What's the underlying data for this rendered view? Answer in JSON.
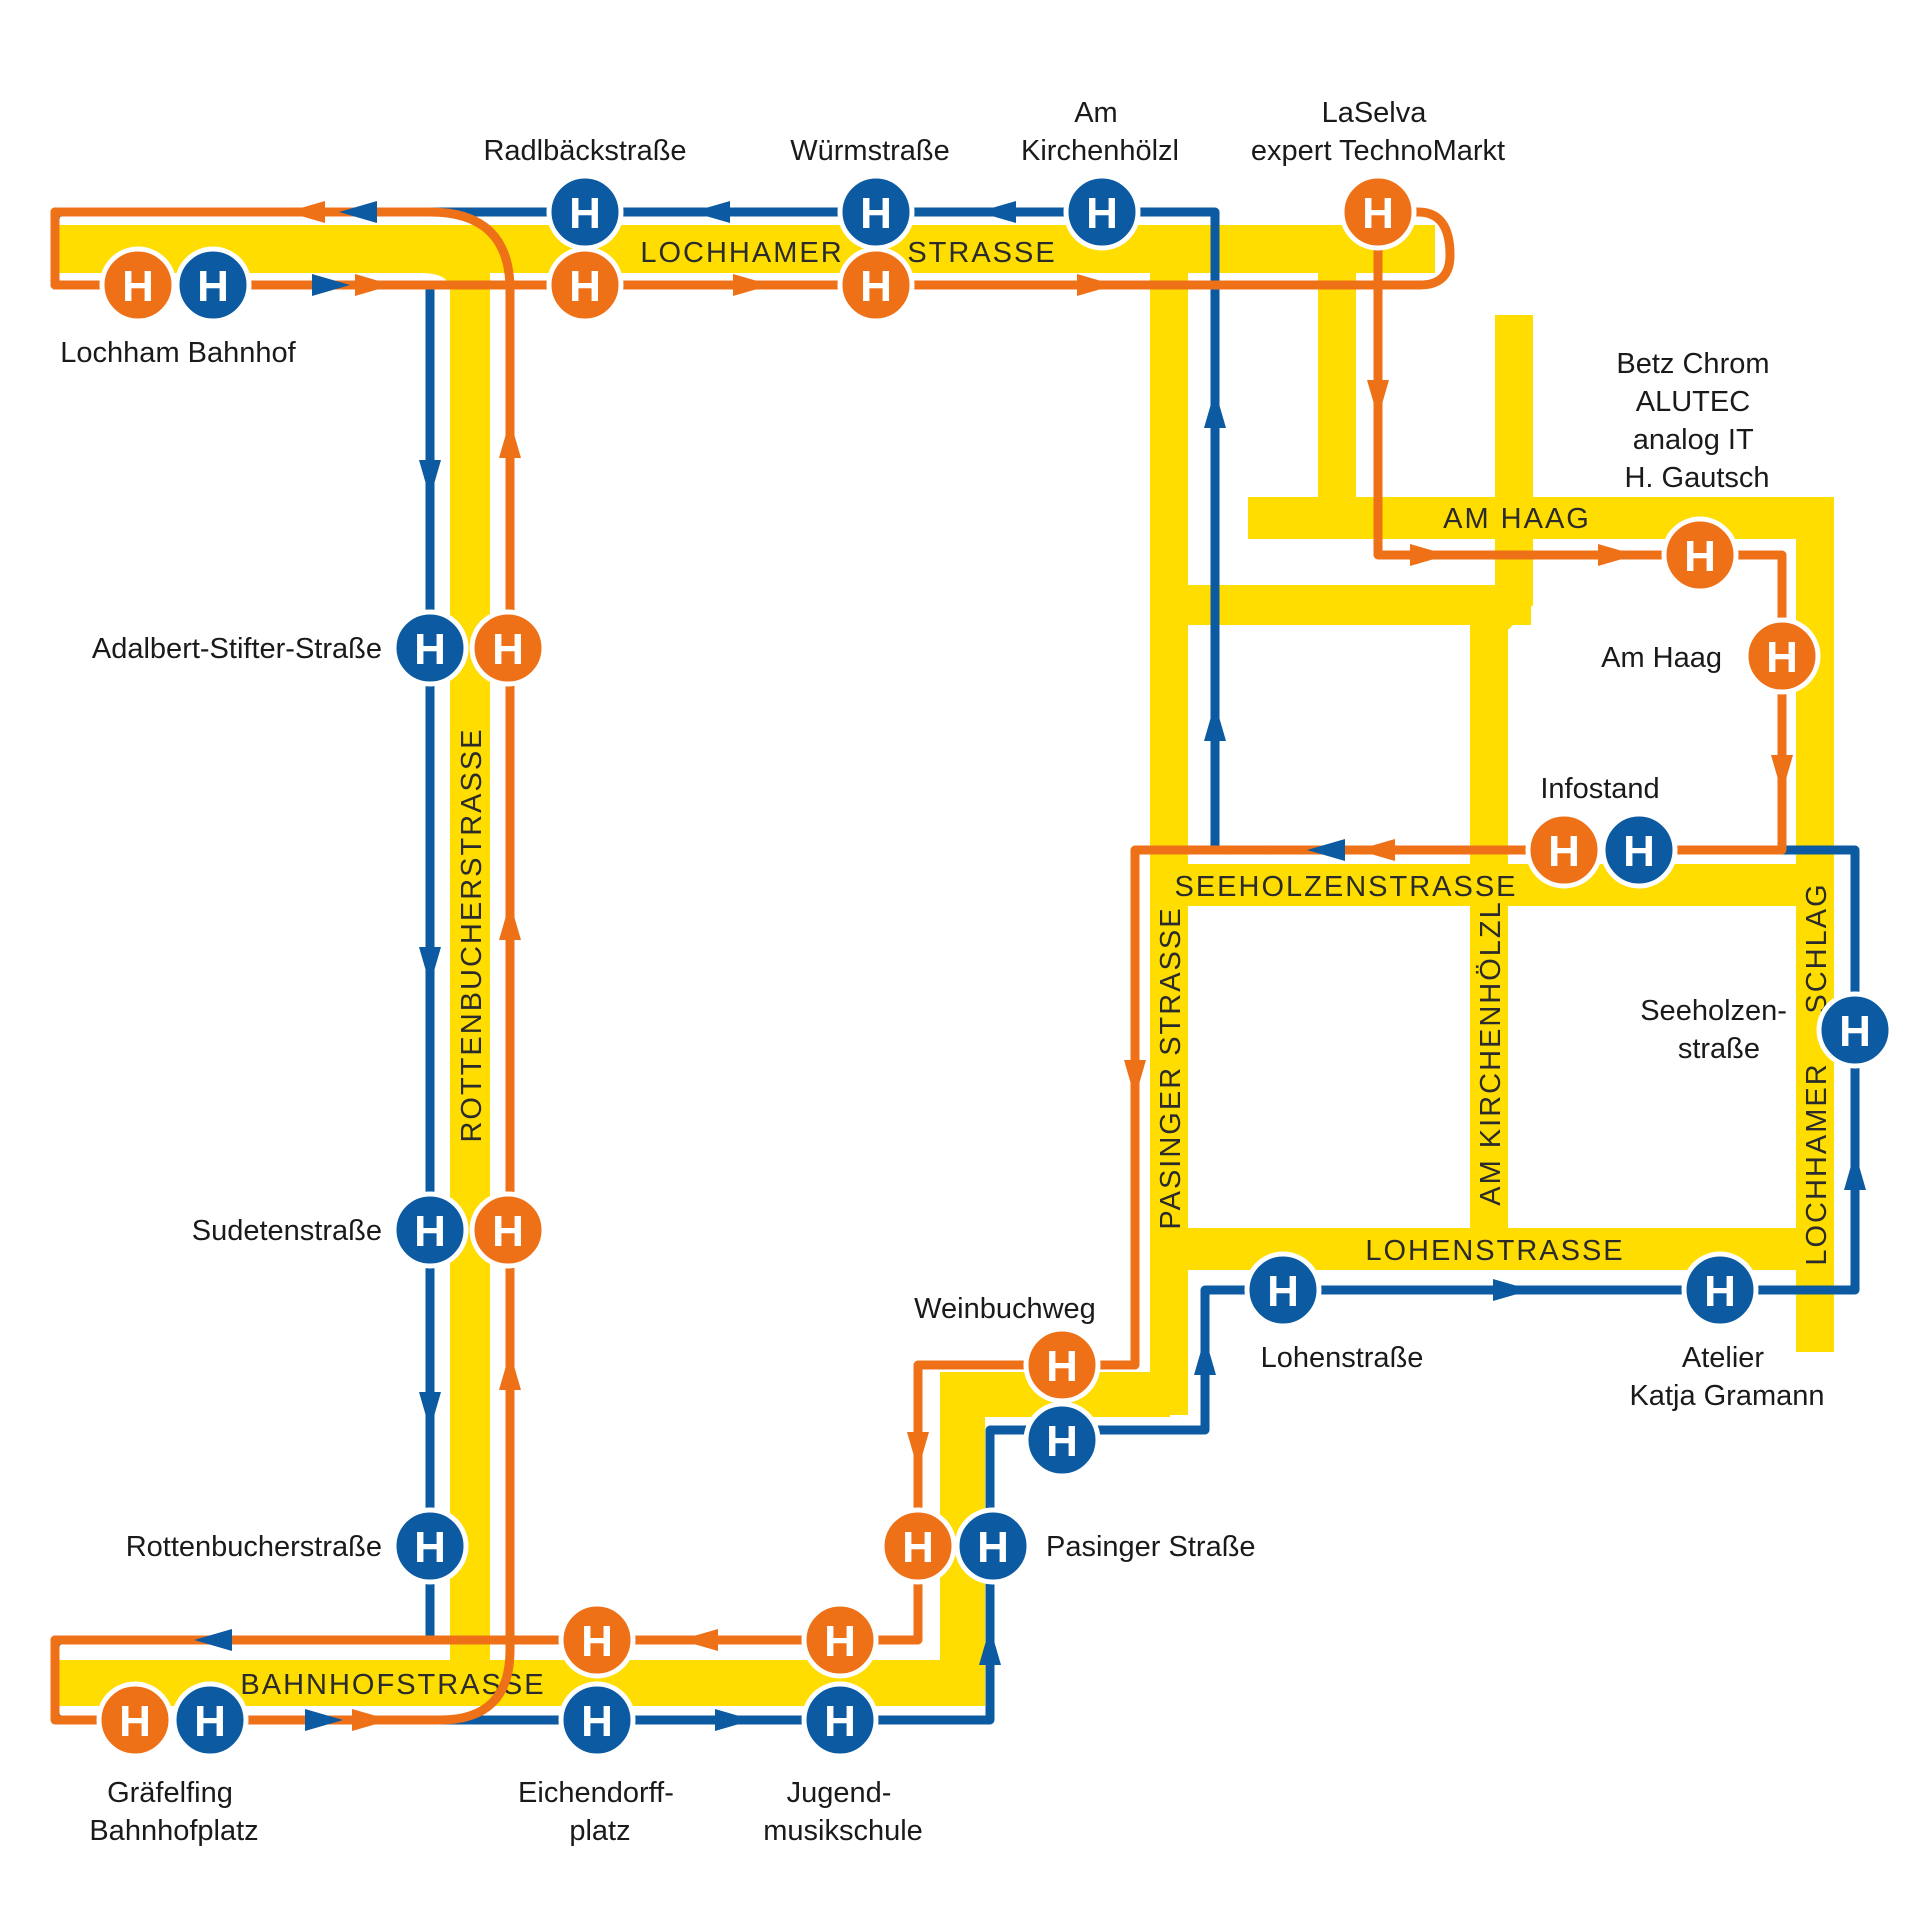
{
  "colors": {
    "road": "#FFDD00",
    "blue_line": "#0B5AA2",
    "orange_line": "#EE7118",
    "stop_text": "#FFFFFF",
    "label_text": "#1A1A1A"
  },
  "stop_symbol": "H",
  "streets": {
    "lochhamer_1": "LOCHHAMER",
    "lochhamer_2": "STRASSE",
    "rottenbucher": "ROTTENBUCHERSTRASSE",
    "am_haag": "AM HAAG",
    "seeholzen": "SEEHOLZENSTRASSE",
    "pasinger": "PASINGER STRASSE",
    "am_kirchenhoelzl": "AM KIRCHENHÖLZL",
    "schlag": "SCHLAG",
    "lochhamer_v": "LOCHHAMER",
    "lohen": "LOHENSTRASSE",
    "bahnhof": "BAHNHOFSTRASSE"
  },
  "stops": {
    "lochham": [
      "Lochham Bahnhof"
    ],
    "radlbaeck": [
      "Radlbäckstraße"
    ],
    "wuerm": [
      "Würmstraße"
    ],
    "kirchenhoelzl": [
      "Am",
      "Kirchenhölzl"
    ],
    "laselva": [
      "LaSelva",
      "expert TechnoMarkt"
    ],
    "betz": [
      "Betz Chrom",
      "ALUTEC",
      "analog IT",
      "H. Gautsch"
    ],
    "am_haag": [
      "Am Haag"
    ],
    "infostand": [
      "Infostand"
    ],
    "adalbert": [
      "Adalbert-Stifter-Straße"
    ],
    "seeholzen": [
      "Seeholzen-",
      "straße"
    ],
    "sudeten": [
      "Sudetenstraße"
    ],
    "weinbuch": [
      "Weinbuchweg"
    ],
    "lohen": [
      "Lohenstraße"
    ],
    "atelier": [
      "Atelier",
      "Katja Gramann"
    ],
    "rottenbucher": [
      "Rottenbucherstraße"
    ],
    "pasinger": [
      "Pasinger Straße"
    ],
    "graefelfing": [
      "Gräfelfing",
      "Bahnhofplatz"
    ],
    "eichendorff": [
      "Eichendorff-",
      "platz"
    ],
    "jugend": [
      "Jugend-",
      "musikschule"
    ]
  }
}
